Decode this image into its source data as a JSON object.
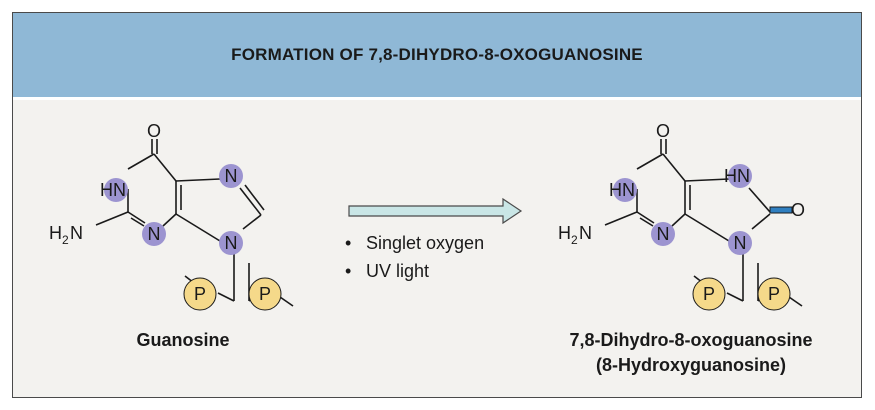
{
  "header": {
    "title": "FORMATION OF 7,8-DIHYDRO-8-OXOGUANOSINE"
  },
  "left_molecule": {
    "name": "Guanosine",
    "atoms": {
      "o": "O",
      "hn": "HN",
      "n_top": "N",
      "h2n_h": "H",
      "h2n_sub": "2",
      "h2n_n": "N",
      "n_mid": "N",
      "n_bot": "N",
      "p1": "P",
      "p2": "P"
    }
  },
  "reaction": {
    "bullet": "•",
    "conditions": [
      "Singlet oxygen",
      "UV light"
    ]
  },
  "right_molecule": {
    "name_line1": "7,8-Dihydro-8-oxoguanosine",
    "name_line2": "(8-Hydroxyguanosine)",
    "atoms": {
      "o_top": "O",
      "hn_left": "HN",
      "hn_right": "HN",
      "o_right": "O",
      "h2n_h": "H",
      "h2n_sub": "2",
      "h2n_n": "N",
      "n_mid": "N",
      "n_bot": "N",
      "p1": "P",
      "p2": "P"
    }
  },
  "colors": {
    "header_bg": "#8fb8d6",
    "nitrogen_circle": "#9c94d0",
    "phosphate_circle": "#f5d98a",
    "arrow_fill": "#c9e6e6",
    "highlight_bond": "#2f7fc0"
  }
}
